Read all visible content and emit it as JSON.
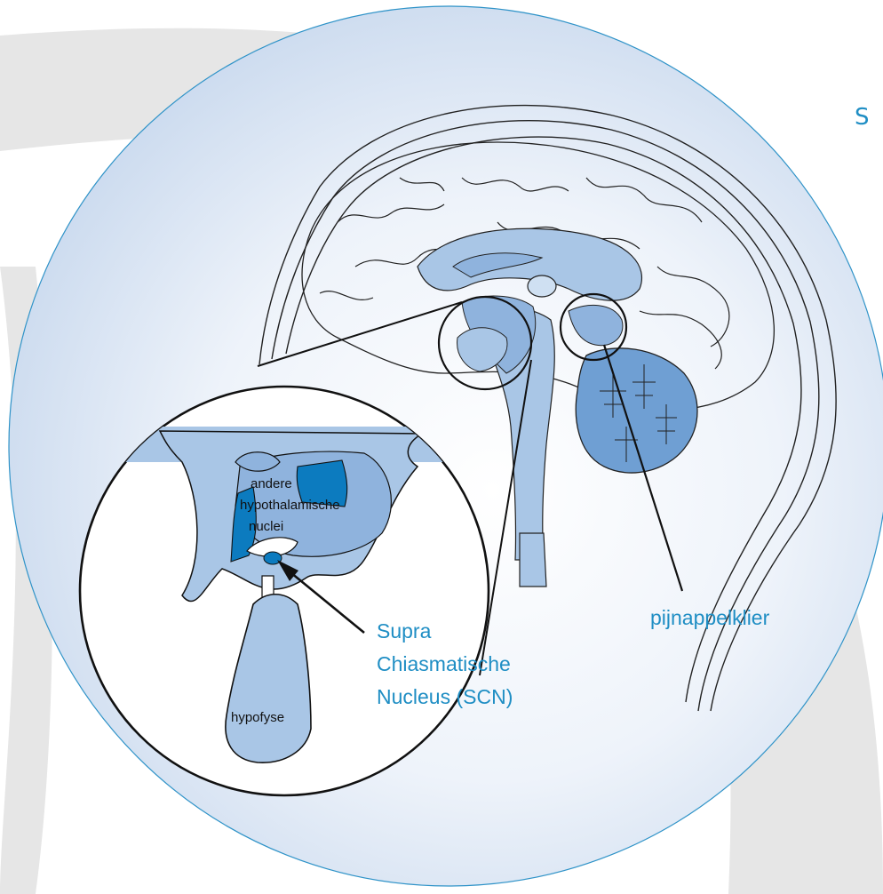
{
  "colors": {
    "background": "#ffffff",
    "band": "#e6e6e6",
    "circle_outline": "#2f93c8",
    "light_blue": "#a9c6e6",
    "mid_blue": "#8fb3dd",
    "dark_blue": "#0c7bbf",
    "cerebellum": "#6f9fd3",
    "label_blue": "#1f8ec4"
  },
  "labels": {
    "corner_letter": "S",
    "scn": [
      "Supra",
      "Chiasmatische",
      "Nucleus (SCN)"
    ],
    "pineal": "pijnappelklier",
    "other_nuclei": [
      "andere",
      "hypothalamische",
      "nuclei"
    ],
    "pituitary": "hypofyse"
  },
  "icons": {
    "scn_pointer": "arrow-icon"
  }
}
